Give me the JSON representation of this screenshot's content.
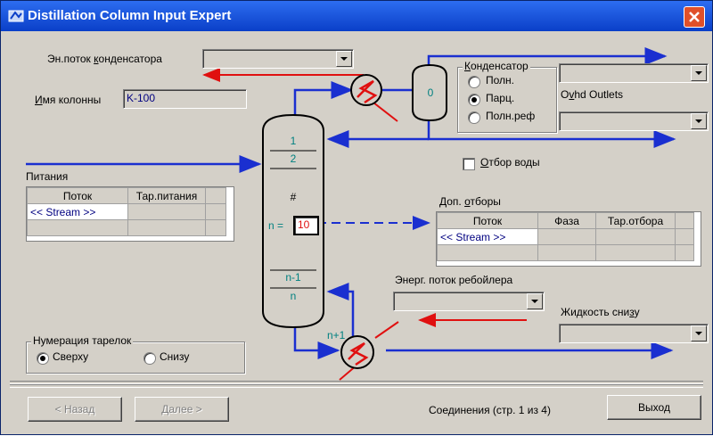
{
  "window": {
    "title": "Distillation Column Input Expert",
    "icon": "app-icon",
    "close_icon": "close-icon",
    "titlebar_color": "#0a3fc8",
    "close_color": "#e0502a"
  },
  "condenser_energy": {
    "label_pre": "Эн.поток ",
    "label_u": "к",
    "label_post": "онденсатора",
    "value": ""
  },
  "column_name": {
    "label_u": "И",
    "label_post": "мя колонны",
    "value": "K-100"
  },
  "condenser_type": {
    "title_u": "К",
    "title_post": "онденсатор",
    "options": [
      "Полн.",
      "Парц.",
      "Полн.реф"
    ],
    "selected": "Парц."
  },
  "condenser_vessel_label": "0",
  "overhead_vapour": {
    "value": ""
  },
  "ovhd_outlets": {
    "label_pre": "O",
    "label_u": "v",
    "label_post": "hd Outlets",
    "value": ""
  },
  "water_draw": {
    "label_u": "О",
    "label_post": "тбор воды",
    "checked": false
  },
  "feeds": {
    "title": "Питания",
    "columns": [
      "Поток",
      "Тар.питания"
    ],
    "rows": [
      [
        "<< Stream >>",
        ""
      ]
    ]
  },
  "column": {
    "top_stage": "1",
    "second_stage": "2",
    "hash": "#",
    "n_label": "n =",
    "n_value": "10",
    "nm1_stage": "n-1",
    "n_stage": "n",
    "reboiler_stage": "n+1"
  },
  "side_draws": {
    "title_pre": "Доп. ",
    "title_u": "о",
    "title_post": "тборы",
    "columns": [
      "Поток",
      "Фаза",
      "Тар.отбора"
    ],
    "rows": [
      [
        "<< Stream >>",
        "",
        ""
      ]
    ]
  },
  "reboiler_energy": {
    "label": "Энерг. поток ребойлера",
    "value": ""
  },
  "bottoms_liquid": {
    "label_pre": "Жидкость сни",
    "label_u": "з",
    "label_post": "у",
    "value": ""
  },
  "stage_numbering": {
    "title": "Нумерация тарелок",
    "options": [
      "Сверху",
      "Снизу"
    ],
    "selected": "Сверху"
  },
  "footer": {
    "back": "< Назад",
    "next": "Далее >",
    "status": "Соединения (стр. 1 из 4)",
    "exit": "Выход"
  },
  "colors": {
    "stream": "#1a2fd0",
    "energy": "#e01010",
    "field_text": "#000080"
  }
}
